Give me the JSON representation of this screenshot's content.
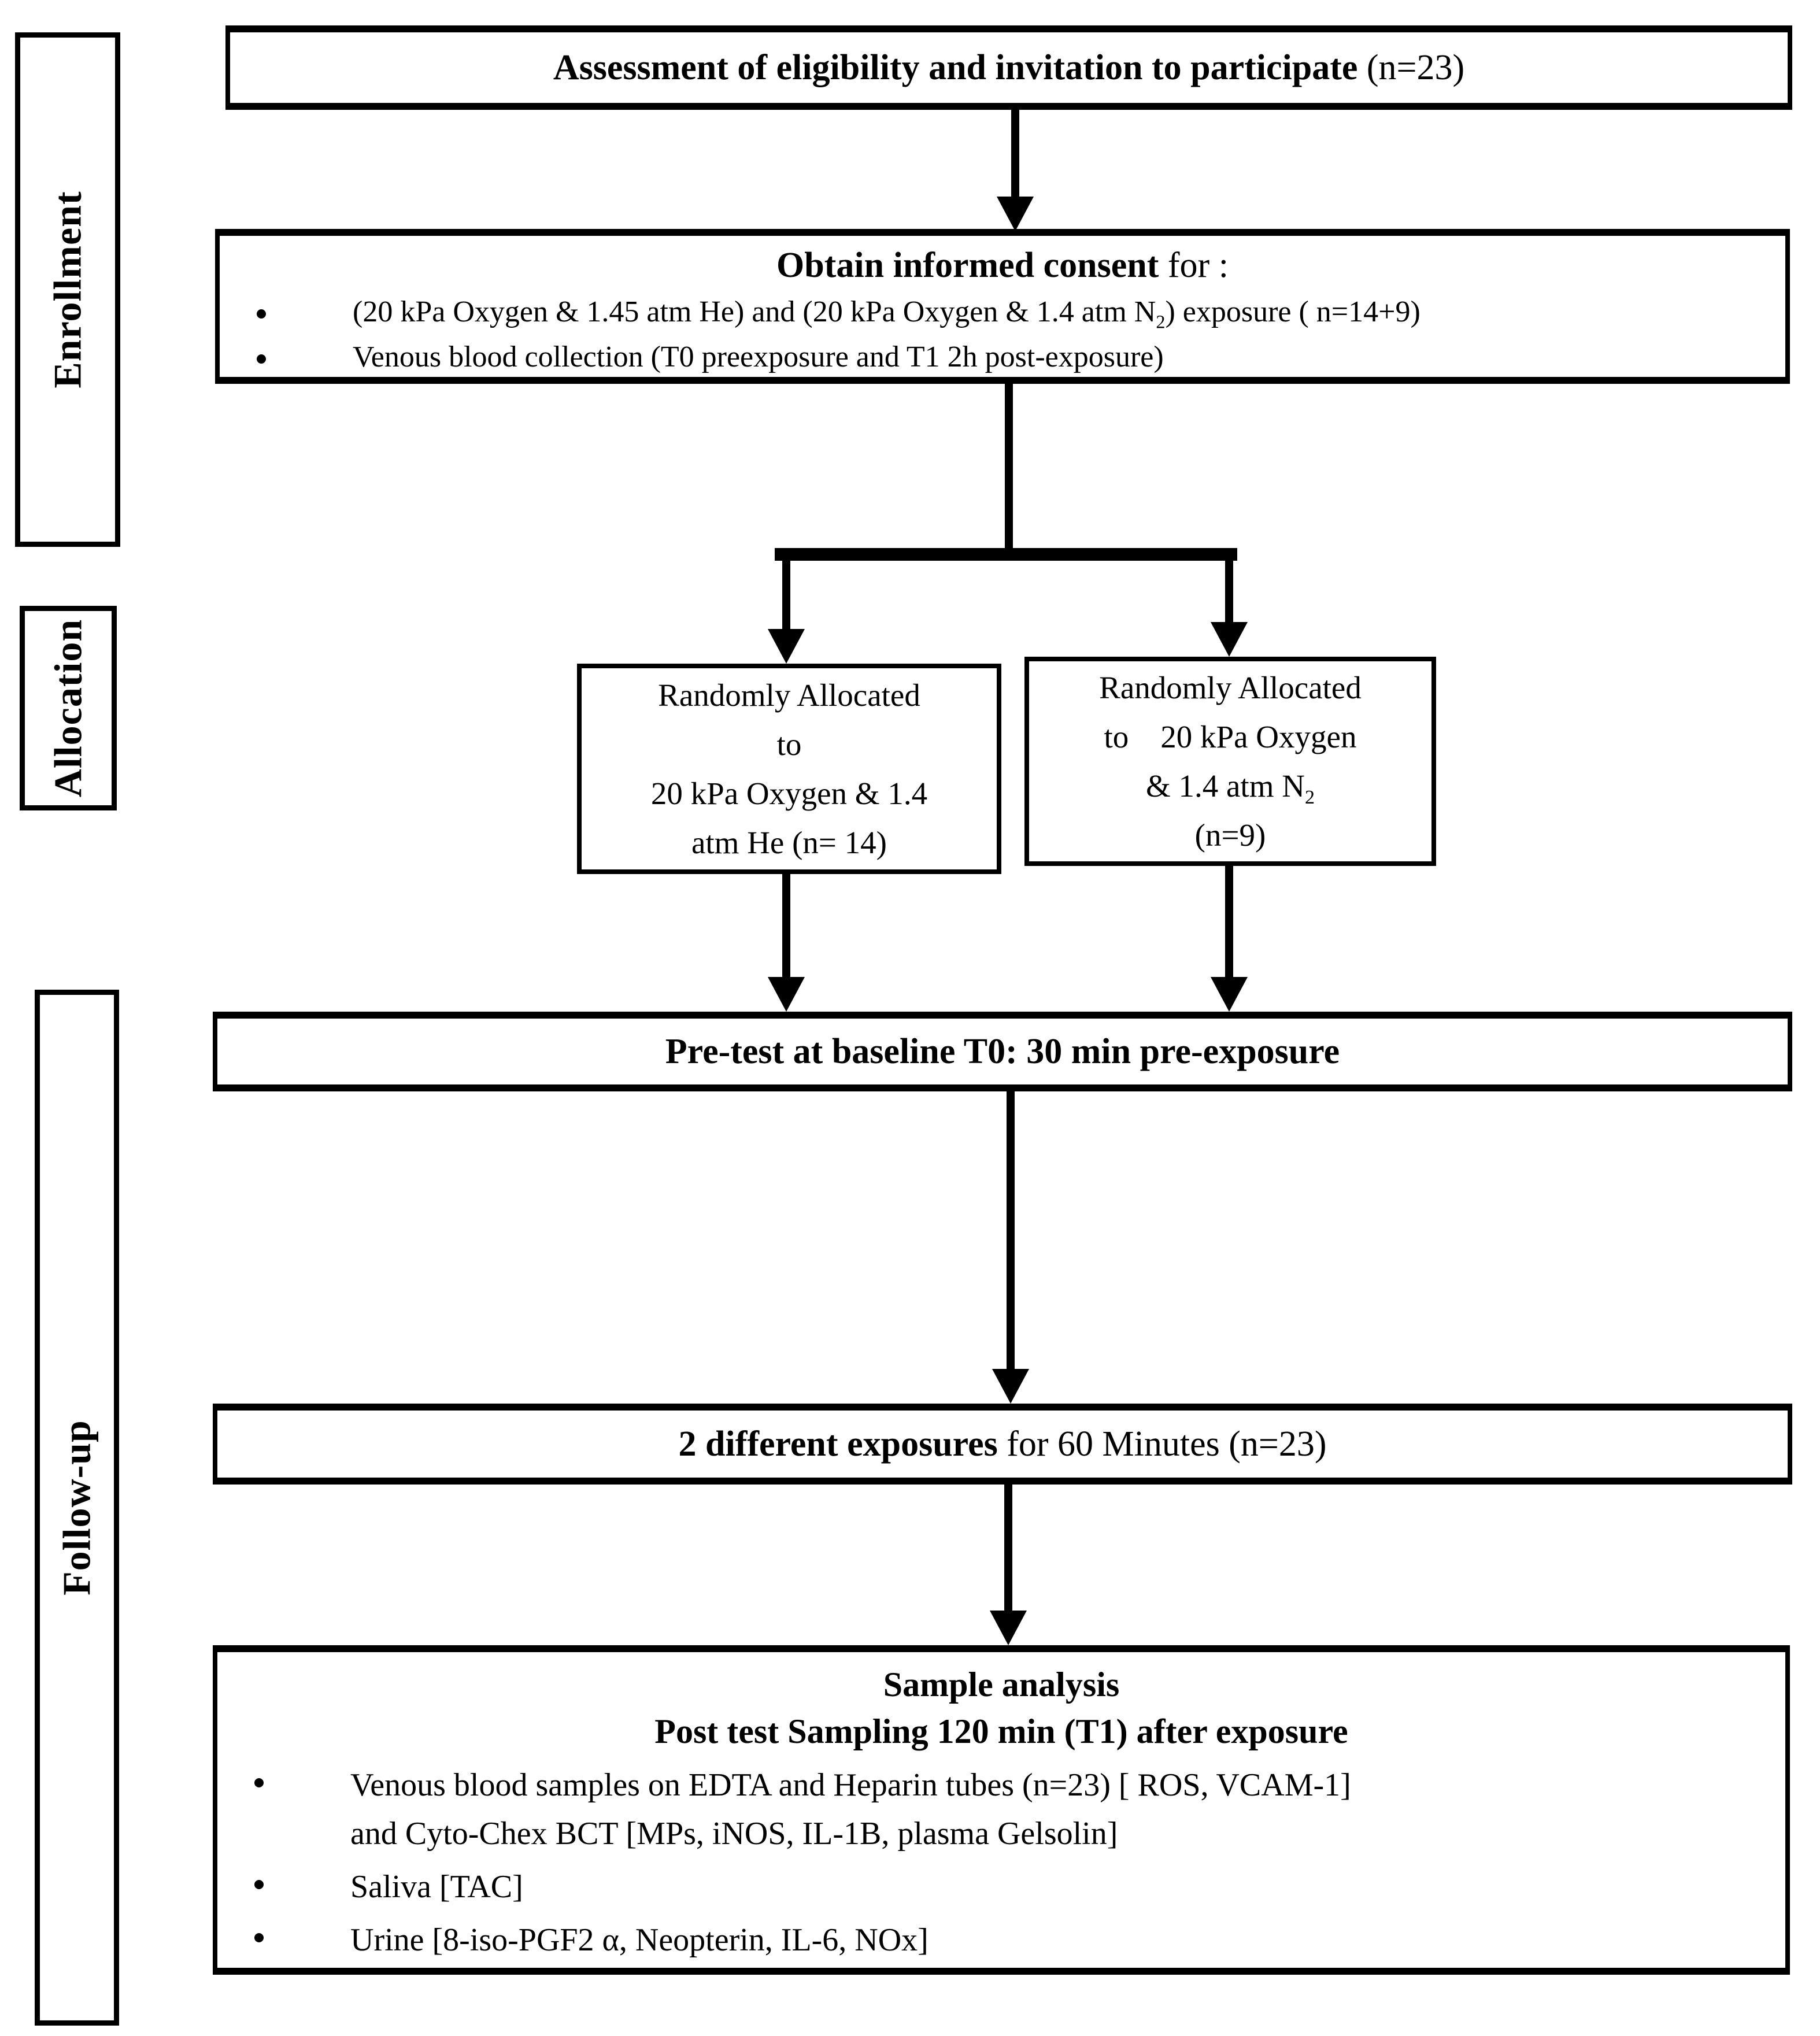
{
  "page": {
    "background": "#ffffff",
    "line_color": "#000000"
  },
  "sidebar": {
    "enrollment_label": "Enrollment",
    "allocation_label": "Allocation",
    "followup_label": "Follow-up"
  },
  "flow": {
    "eligibility": {
      "runs": [
        {
          "t": "Assessment of eligibility and invitation to participate",
          "b": true
        },
        {
          "t": " (n=23)"
        }
      ]
    },
    "consent": {
      "heading": [
        {
          "t": "Obtain informed consent",
          "b": true
        },
        {
          "t": " for :"
        }
      ],
      "bullets": [
        [
          [
            {
              "t": "(20 kPa Oxygen & 1.45 atm He) and (20 kPa Oxygen & 1.4 atm N"
            },
            {
              "t": "2",
              "sub": true
            },
            {
              "t": ") exposure ( n=14+9)"
            }
          ]
        ],
        [
          [
            {
              "t": "Venous blood collection (T0 preexposure and T1 2h post-exposure)"
            }
          ]
        ]
      ]
    },
    "alloc_helium": {
      "lines": [
        [
          {
            "t": "Randomly Allocated"
          }
        ],
        [
          {
            "t": "to"
          }
        ],
        [
          {
            "t": "20 kPa Oxygen & 1.4"
          }
        ],
        [
          {
            "t": "atm He (n= 14)"
          }
        ]
      ]
    },
    "alloc_nitrogen": {
      "lines": [
        [
          {
            "t": "Randomly Allocated"
          }
        ],
        [
          {
            "t": "to    20 kPa Oxygen"
          }
        ],
        [
          {
            "t": "& 1.4 atm N"
          },
          {
            "t": "2",
            "sub": true
          }
        ],
        [
          {
            "t": "(n=9)"
          }
        ]
      ]
    },
    "pretest": {
      "runs": [
        {
          "t": "Pre-test at baseline T0: 30 min pre-exposure",
          "b": true
        }
      ]
    },
    "exposures": {
      "runs": [
        {
          "t": "2 different exposures",
          "b": true
        },
        {
          "t": " for 60 Minutes (n=23)"
        }
      ]
    },
    "sample": {
      "heading_lines": [
        [
          {
            "t": "Sample analysis",
            "b": true
          }
        ],
        [
          {
            "t": "Post test Sampling 120 min (T1) after exposure",
            "b": true
          }
        ]
      ],
      "bullets": [
        [
          [
            {
              "t": "Venous blood samples on EDTA and Heparin tubes (n=23) [ ROS, VCAM-1]"
            }
          ],
          [
            {
              "t": "and Cyto-Chex BCT [MPs, iNOS, IL-1B, plasma Gelsolin]"
            }
          ]
        ],
        [
          [
            {
              "t": "Saliva [TAC]"
            }
          ]
        ],
        [
          [
            {
              "t": "Urine [8-iso-PGF2 α, Neopterin, IL-6, NOx]"
            }
          ]
        ]
      ]
    }
  }
}
